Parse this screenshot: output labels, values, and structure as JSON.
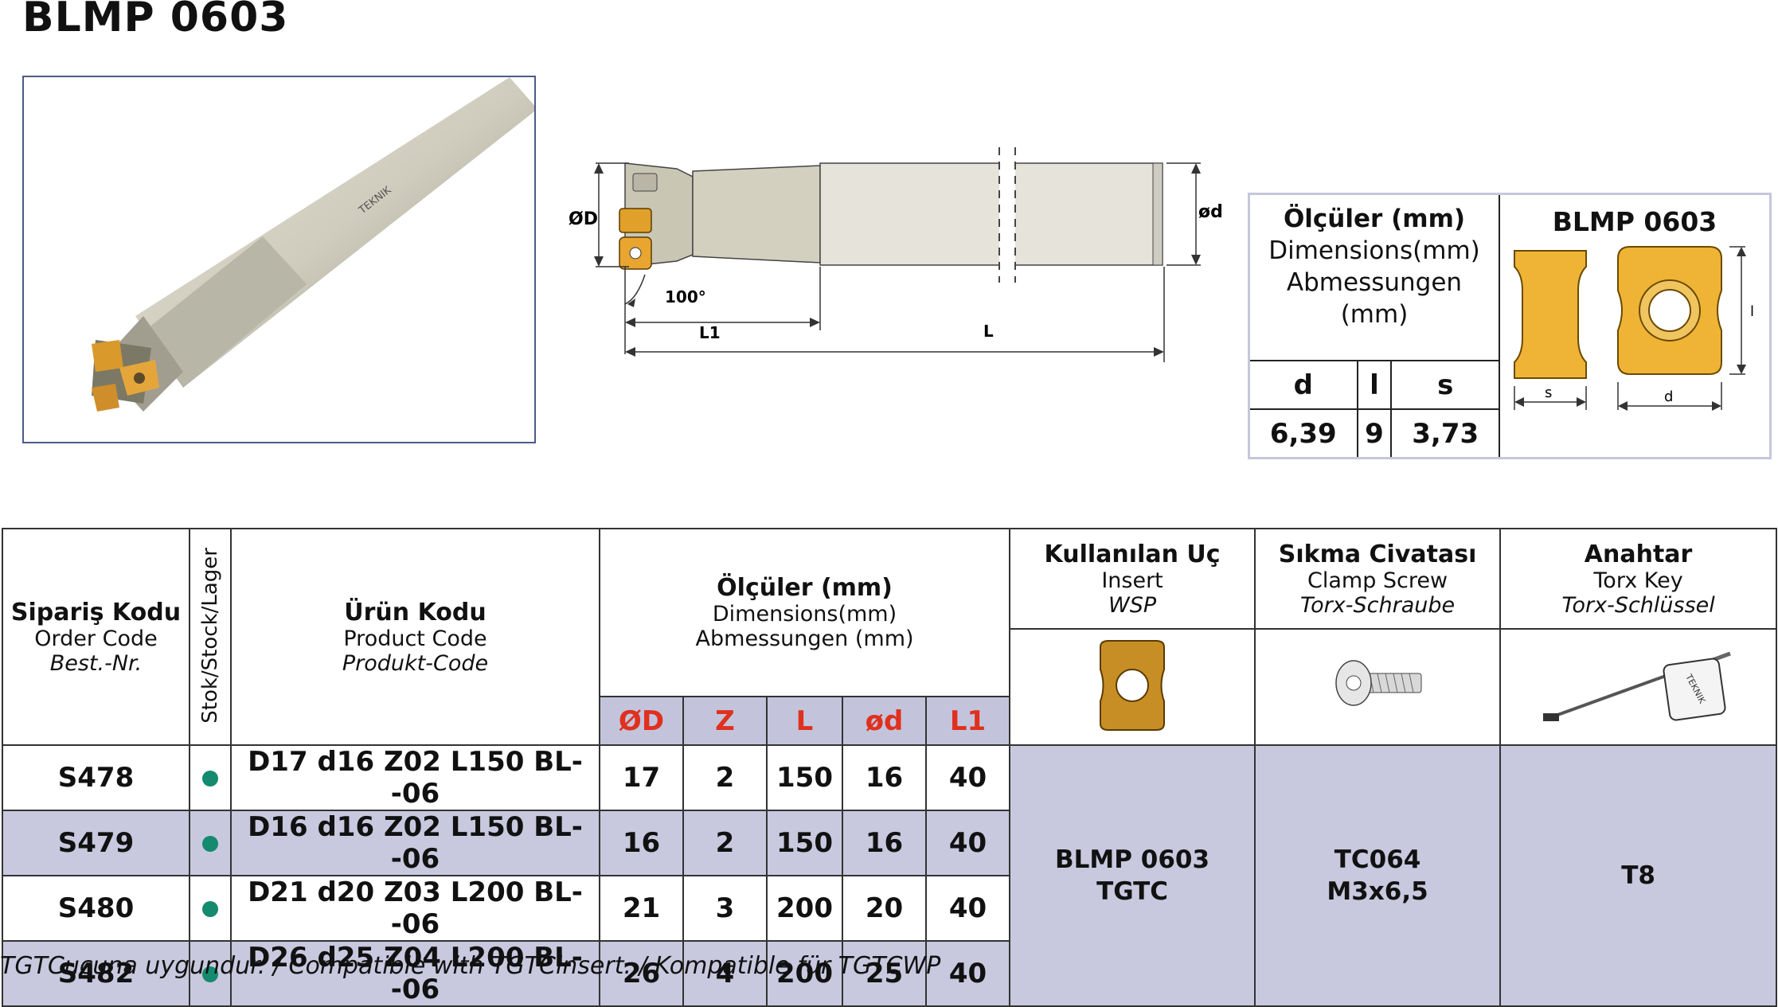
{
  "title": "BLMP 0603",
  "photo": {
    "brand": "TEKNIK"
  },
  "drawing": {
    "dia_label": "ØD",
    "shank_label": "ød",
    "angle_label": "100°",
    "l1_label": "L1",
    "l_label": "L"
  },
  "spec": {
    "heading": "Ölçüler (mm)",
    "line2": "Dimensions(mm)",
    "line3": "Abmessungen",
    "line4": "(mm)",
    "cols": [
      "d",
      "l",
      "s"
    ],
    "values": [
      "6,39",
      "9",
      "3,73"
    ],
    "insert_title": "BLMP 0603",
    "s_label": "s",
    "d_label": "d",
    "l_label": "l"
  },
  "table": {
    "order_code": {
      "tr": "Sipariş Kodu",
      "en": "Order Code",
      "de": "Best.-Nr."
    },
    "stock": "Stok/Stock/Lager",
    "product_code": {
      "tr": "Ürün Kodu",
      "en": "Product Code",
      "de": "Produkt-Code"
    },
    "dimensions": {
      "tr": "Ölçüler (mm)",
      "en": "Dimensions(mm)",
      "de": "Abmessungen (mm)"
    },
    "dim_cols": [
      "ØD",
      "Z",
      "L",
      "ød",
      "L1"
    ],
    "insert": {
      "tr": "Kullanılan Uç",
      "en": "Insert",
      "de": "WSP"
    },
    "screw": {
      "tr": "Sıkma Civatası",
      "en": "Clamp Screw",
      "de": "Torx-Schraube"
    },
    "key": {
      "tr": "Anahtar",
      "en": "Torx Key",
      "de": "Torx-Schlüssel"
    },
    "key_brand": "TEKNIK",
    "rows": [
      {
        "order": "S478",
        "product": "D17 d16 Z02 L150 BL--06",
        "D": "17",
        "Z": "2",
        "L": "150",
        "d": "16",
        "L1": "40"
      },
      {
        "order": "S479",
        "product": "D16 d16 Z02 L150 BL--06",
        "D": "16",
        "Z": "2",
        "L": "150",
        "d": "16",
        "L1": "40"
      },
      {
        "order": "S480",
        "product": "D21 d20 Z03 L200 BL--06",
        "D": "21",
        "Z": "3",
        "L": "200",
        "d": "20",
        "L1": "40"
      },
      {
        "order": "S482",
        "product": "D26 d25 Z04 L200 BL--06",
        "D": "26",
        "Z": "4",
        "L": "200",
        "d": "25",
        "L1": "40"
      }
    ],
    "insert_value": {
      "line1": "BLMP 0603",
      "line2": "TGTC"
    },
    "screw_value": {
      "line1": "TC064",
      "line2": "M3x6,5"
    },
    "key_value": "T8"
  },
  "footer": "TGTCucuna uygundur. / Compatible with TGTCinsert. / Kompatible für TGTCWP"
}
